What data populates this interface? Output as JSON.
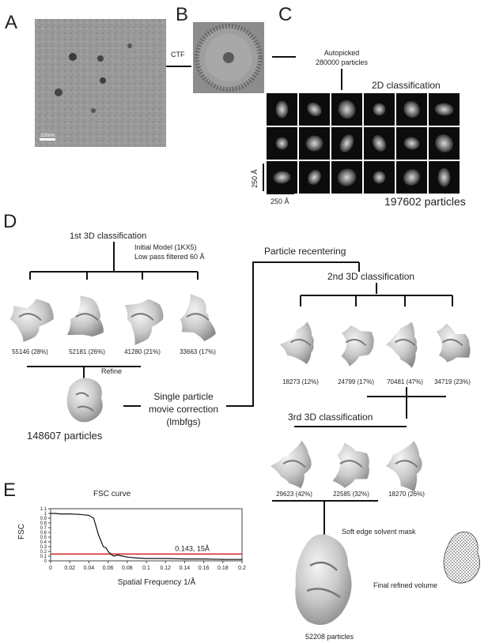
{
  "panels": {
    "a": {
      "letter": "A",
      "scale_bar_label": "100nm"
    },
    "b": {
      "letter": "B",
      "step_label": "CTF"
    },
    "c": {
      "letter": "C",
      "autopick_count": "Autopicked",
      "autopick_particles": "280000 particles",
      "classification_title": "2D classification",
      "size_label_y": "250 Å",
      "size_label_x": "250 Å",
      "particle_count": "197602 particles"
    },
    "d": {
      "letter": "D",
      "first_title": "1st  3D classification",
      "initial_model": "Initial Model (1KX5)",
      "low_pass": "Low pass filtered 60 Å",
      "first_classes": [
        "55146 (28%)",
        "52181 (26%)",
        "41280 (21%)",
        "33663 (17%)"
      ],
      "refine_label": "Refine",
      "refined_count": "148607 particles",
      "movie_correction_1": "Single particle",
      "movie_correction_2": "movie correction",
      "movie_correction_3": "(lmbfgs)",
      "recentering_label": "Particle recentering",
      "second_title": "2nd 3D classification",
      "second_classes": [
        "18273 (12%)",
        "24799 (17%)",
        "70481 (47%)",
        "34719 (23%)"
      ],
      "third_title": "3rd 3D classification",
      "third_classes": [
        "29623 (42%)",
        "22585 (32%)",
        "18270 (26%)"
      ],
      "mask_label": "Soft edge solvent mask",
      "final_label": "Final refined volume",
      "final_count": "52208 particles"
    },
    "e": {
      "letter": "E"
    }
  },
  "chart_data": {
    "type": "line",
    "title": "FSC curve",
    "xlabel": "Spatial Frequency 1/Å",
    "ylabel": "FSC",
    "xlim": [
      0,
      0.2
    ],
    "ylim": [
      0,
      1.1
    ],
    "x_ticks": [
      "0",
      "0.02",
      "0.04",
      "0.06",
      "0.08",
      "0.1",
      "0.12",
      "0.14",
      "0.16",
      "0.18",
      "0.2"
    ],
    "y_ticks": [
      "0",
      "0.1",
      "0.2",
      "0.3",
      "0.4",
      "0.5",
      "0.6",
      "0.7",
      "0.8",
      "0.9",
      "1",
      "1.1"
    ],
    "grid": false,
    "series": [
      {
        "color": "#111111",
        "x": [
          0,
          0.005,
          0.01,
          0.02,
          0.03,
          0.04,
          0.045,
          0.05,
          0.055,
          0.058,
          0.06,
          0.063,
          0.066,
          0.07,
          0.075,
          0.08,
          0.09,
          0.1,
          0.12,
          0.14,
          0.16,
          0.18,
          0.2
        ],
        "y": [
          1.0,
          1.0,
          0.99,
          0.99,
          0.98,
          0.96,
          0.9,
          0.55,
          0.3,
          0.27,
          0.2,
          0.14,
          0.1,
          0.12,
          0.1,
          0.08,
          0.06,
          0.05,
          0.05,
          0.04,
          0.04,
          0.03,
          0.03
        ]
      }
    ],
    "threshold": {
      "y": 0.143,
      "color": "#d42020",
      "label": "0.143, 15Å"
    }
  }
}
